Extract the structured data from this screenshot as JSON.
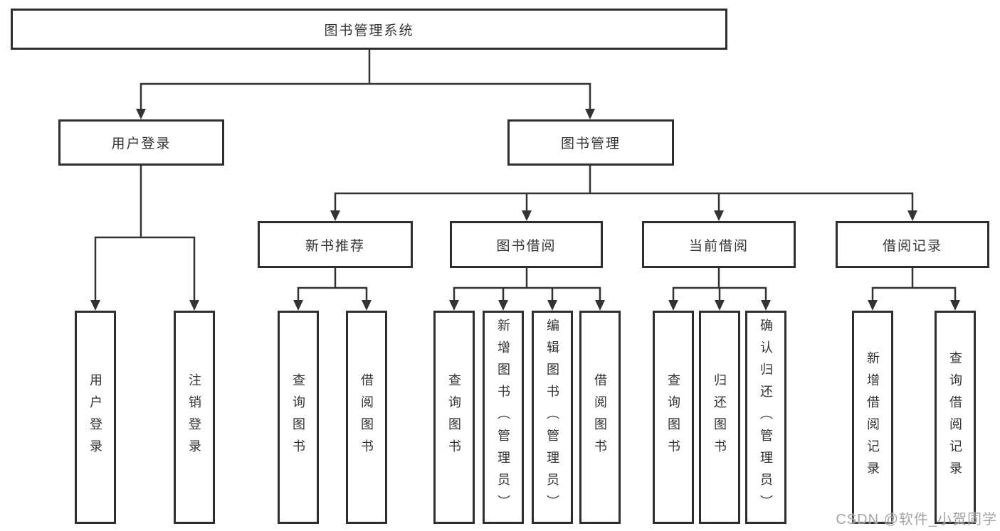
{
  "diagram": {
    "root": "图书管理系统",
    "level2": [
      "用户登录",
      "图书管理"
    ],
    "level3": [
      "新书推荐",
      "图书借阅",
      "当前借阅",
      "借阅记录"
    ],
    "leaves": [
      "用户登录",
      "注销登录",
      "查询图书",
      "借阅图书",
      "查询图书",
      "新增图书（管理员）",
      "编辑图书（管理员）",
      "借阅图书",
      "查询图书",
      "归还图书",
      "确认归还（管理员）",
      "新增借阅记录",
      "查询借阅记录"
    ],
    "watermark": "CSDN @软件_小贺同学",
    "colors": {
      "line": "#333333",
      "border": "#2e2e2e",
      "text": "#333333",
      "watermark": "#919498",
      "background": "#ffffff"
    }
  }
}
